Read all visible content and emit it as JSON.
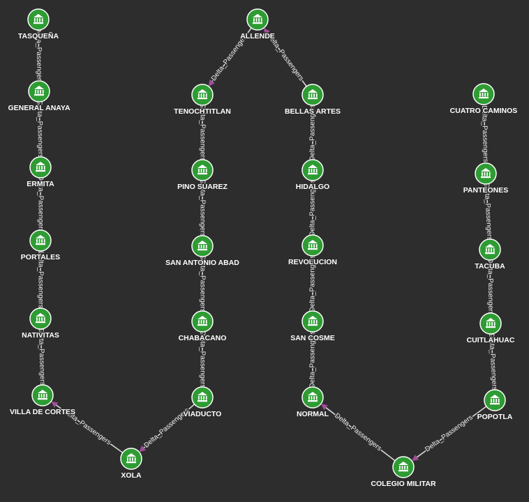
{
  "graph": {
    "colors": {
      "background": "#2d2d2d",
      "node": "#2e9c33",
      "edge": "#d9d9d9",
      "arrow": "#a24d9b",
      "text": "#ffffff"
    },
    "node_icon": "station-building-icon",
    "edge_label": "Delta_Passengers",
    "nodes": [
      {
        "id": "tasquena",
        "label": "TASQUEÑA"
      },
      {
        "id": "general_anaya",
        "label": "GENERAL ANAYA"
      },
      {
        "id": "ermita",
        "label": "ERMITA"
      },
      {
        "id": "portales",
        "label": "PORTALES"
      },
      {
        "id": "nativitas",
        "label": "NATIVITAS"
      },
      {
        "id": "villa_de_cortes",
        "label": "VILLA DE CORTES"
      },
      {
        "id": "xola",
        "label": "XOLA"
      },
      {
        "id": "viaducto",
        "label": "VIADUCTO"
      },
      {
        "id": "chabacano",
        "label": "CHABACANO"
      },
      {
        "id": "san_antonio_abad",
        "label": "SAN ANTONIO ABAD"
      },
      {
        "id": "pino_suarez",
        "label": "PINO SUAREZ"
      },
      {
        "id": "tenochtitlan",
        "label": "TENOCHTITLAN"
      },
      {
        "id": "allende",
        "label": "ALLENDE"
      },
      {
        "id": "bellas_artes",
        "label": "BELLAS ARTES"
      },
      {
        "id": "hidalgo",
        "label": "HIDALGO"
      },
      {
        "id": "revolucion",
        "label": "REVOLUCION"
      },
      {
        "id": "san_cosme",
        "label": "SAN COSME"
      },
      {
        "id": "normal",
        "label": "NORMAL"
      },
      {
        "id": "colegio_militar",
        "label": "COLEGIO MILITAR"
      },
      {
        "id": "popotla",
        "label": "POPOTLA"
      },
      {
        "id": "cuitlahuac",
        "label": "CUITLAHUAC"
      },
      {
        "id": "tacuba",
        "label": "TACUBA"
      },
      {
        "id": "panteones",
        "label": "PANTEONES"
      },
      {
        "id": "cuatro_caminos",
        "label": "CUATRO CAMINOS"
      }
    ],
    "edges": [
      {
        "source": "tasquena",
        "target": "general_anaya",
        "label": "Delta_Passengers"
      },
      {
        "source": "general_anaya",
        "target": "ermita",
        "label": "Delta_Passengers"
      },
      {
        "source": "ermita",
        "target": "portales",
        "label": "Delta_Passengers"
      },
      {
        "source": "portales",
        "target": "nativitas",
        "label": "Delta_Passengers"
      },
      {
        "source": "nativitas",
        "target": "villa_de_cortes",
        "label": "Delta_Passengers"
      },
      {
        "source": "xola",
        "target": "villa_de_cortes",
        "label": "Delta_Passengers"
      },
      {
        "source": "viaducto",
        "target": "xola",
        "label": "Delta_Passengers"
      },
      {
        "source": "chabacano",
        "target": "viaducto",
        "label": "Delta_Passengers"
      },
      {
        "source": "san_antonio_abad",
        "target": "chabacano",
        "label": "Delta_Passengers"
      },
      {
        "source": "pino_suarez",
        "target": "san_antonio_abad",
        "label": "Delta_Passengers"
      },
      {
        "source": "tenochtitlan",
        "target": "pino_suarez",
        "label": "Delta_Passengers"
      },
      {
        "source": "allende",
        "target": "tenochtitlan",
        "label": "Delta_Passengers"
      },
      {
        "source": "bellas_artes",
        "target": "allende",
        "label": "Delta_Passengers"
      },
      {
        "source": "hidalgo",
        "target": "bellas_artes",
        "label": "Delta_Passengers"
      },
      {
        "source": "revolucion",
        "target": "hidalgo",
        "label": "Delta_Passengers"
      },
      {
        "source": "san_cosme",
        "target": "revolucion",
        "label": "Delta_Passengers"
      },
      {
        "source": "normal",
        "target": "san_cosme",
        "label": "Delta_Passengers"
      },
      {
        "source": "colegio_militar",
        "target": "normal",
        "label": "Delta_Passengers"
      },
      {
        "source": "popotla",
        "target": "colegio_militar",
        "label": "Delta_Passengers"
      },
      {
        "source": "cuitlahuac",
        "target": "popotla",
        "label": "Delta_Passengers"
      },
      {
        "source": "tacuba",
        "target": "cuitlahuac",
        "label": "Delta_Passengers"
      },
      {
        "source": "panteones",
        "target": "tacuba",
        "label": "Delta_Passengers"
      },
      {
        "source": "cuatro_caminos",
        "target": "panteones",
        "label": "Delta_Passengers"
      }
    ]
  }
}
